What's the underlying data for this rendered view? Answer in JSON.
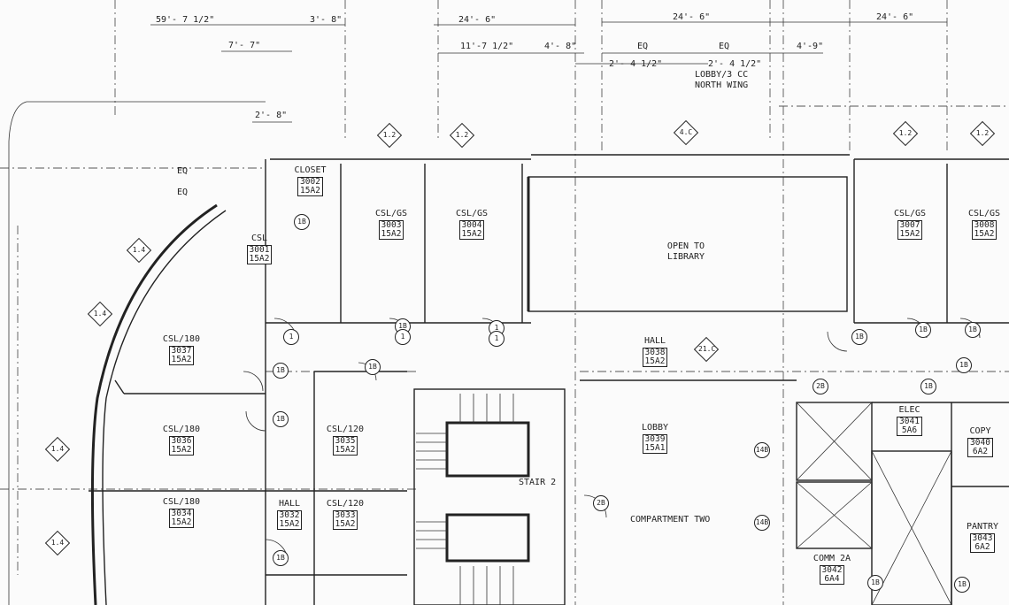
{
  "dimensions": {
    "d1": "59'- 7 1/2\"",
    "d2": "3'- 8\"",
    "d3": "24'- 6\"",
    "d4": "24'- 6\"",
    "d5": "24'- 6\"",
    "d6": "7'- 7\"",
    "d7": "11'-7 1/2\"",
    "d8": "4'- 8\"",
    "d9": "EQ",
    "d10": "EQ",
    "d11": "4'-9\"",
    "d12": "2'- 4 1/2\"",
    "d13": "2'- 4 1/2\"",
    "d14": "2'- 8\""
  },
  "notes": {
    "lobby_note_1": "LOBBY/3 CC",
    "lobby_note_2": "NORTH WING"
  },
  "wall_tags": {
    "t1": "1.2",
    "t2": "1.2",
    "t3": "4.C",
    "t4": "1.2",
    "t5": "1.2",
    "t6": "1.4",
    "t7": "1.4",
    "t8": "1.4",
    "t9": "1.4",
    "t10": "21.C",
    "t11": "EQ",
    "t12": "EQ"
  },
  "rooms": {
    "r3002": {
      "name": "CLOSET",
      "number": "3002",
      "code": "15A2"
    },
    "r3001": {
      "name": "CSL",
      "number": "3001",
      "code": "15A2"
    },
    "r3003": {
      "name": "CSL/GS",
      "number": "3003",
      "code": "15A2"
    },
    "r3004": {
      "name": "CSL/GS",
      "number": "3004",
      "code": "15A2"
    },
    "r_library": {
      "name": "OPEN TO",
      "name2": "LIBRARY"
    },
    "r3007": {
      "name": "CSL/GS",
      "number": "3007",
      "code": "15A2"
    },
    "r3008": {
      "name": "CSL/GS",
      "number": "3008",
      "code": "15A2"
    },
    "r3037": {
      "name": "CSL/180",
      "number": "3037",
      "code": "15A2"
    },
    "r3038": {
      "name": "HALL",
      "number": "3038",
      "code": "15A2"
    },
    "r3036": {
      "name": "CSL/180",
      "number": "3036",
      "code": "15A2"
    },
    "r3035": {
      "name": "CSL/120",
      "number": "3035",
      "code": "15A2"
    },
    "r3039": {
      "name": "LOBBY",
      "number": "3039",
      "code": "15A1"
    },
    "r3034": {
      "name": "CSL/180",
      "number": "3034",
      "code": "15A2"
    },
    "r3032": {
      "name": "HALL",
      "number": "3032",
      "code": "15A2"
    },
    "r3033": {
      "name": "CSL/120",
      "number": "3033",
      "code": "15A2"
    },
    "r_elec": {
      "name": "ELEC",
      "number": "3041",
      "code": "5A6"
    },
    "r_copy": {
      "name": "COPY",
      "number": "3040",
      "code": "6A2"
    },
    "r_comp": {
      "name": "COMPARTMENT TWO"
    },
    "r_stair": {
      "name": "STAIR 2"
    },
    "r_comm": {
      "name": "COMM 2A",
      "number": "3042",
      "code": "6A4"
    },
    "r_pantry": {
      "name": "PANTRY",
      "number": "3043",
      "code": "6A2"
    }
  },
  "doors": {
    "d1": "1B",
    "d2": "1",
    "d3": "1B",
    "d4": "1",
    "d5": "1",
    "d6": "1",
    "d7": "1B",
    "d8": "1B",
    "d9": "1B",
    "d10": "1B",
    "d11": "1B",
    "d12": "1B",
    "d13": "1B",
    "d14": "1B",
    "d15": "1B",
    "d16": "2B",
    "d17": "14B",
    "d18": "14B",
    "d19": "1B",
    "d20": "2B",
    "d21": "1B"
  }
}
